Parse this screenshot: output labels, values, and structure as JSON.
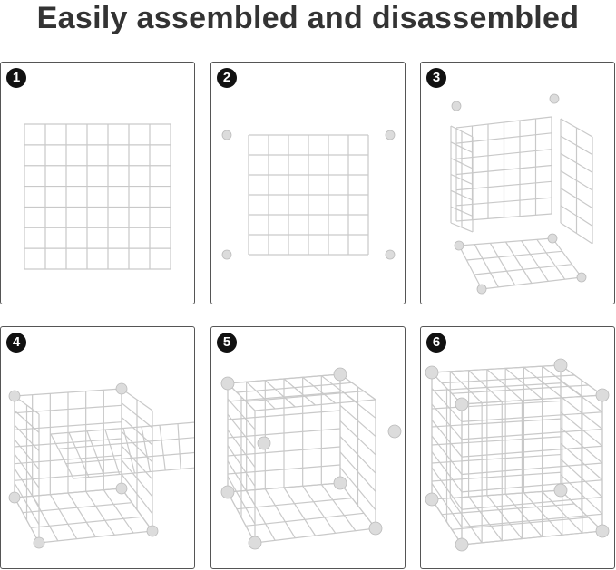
{
  "title": "Easily assembled and disassembled",
  "steps": [
    {
      "number": "1"
    },
    {
      "number": "2"
    },
    {
      "number": "3"
    },
    {
      "number": "4"
    },
    {
      "number": "5"
    },
    {
      "number": "6"
    }
  ],
  "colors": {
    "grid": "#c9c9c9",
    "connector": "#dcdcdc",
    "badge": "#111111",
    "border": "#555555"
  }
}
